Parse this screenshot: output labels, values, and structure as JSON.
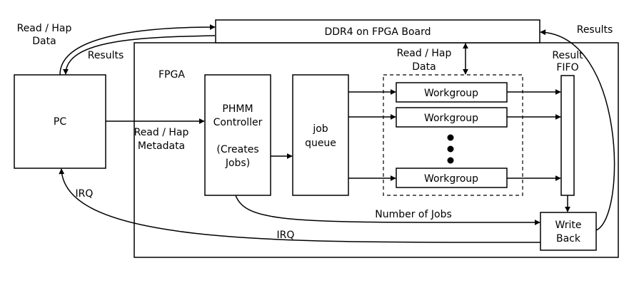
{
  "ddr4": "DDR4 on FPGA Board",
  "pc": "PC",
  "fpga": "FPGA",
  "controller": {
    "line1": "PHMM",
    "line2": "Controller",
    "line3": "(Creates",
    "line4": "Jobs)"
  },
  "job_queue": {
    "line1": "job",
    "line2": "queue"
  },
  "workgroups": [
    "Workgroup",
    "Workgroup",
    "Workgroup"
  ],
  "result_fifo": {
    "line1": "Result",
    "line2": "FIFO"
  },
  "write_back": {
    "line1": "Write",
    "line2": "Back"
  },
  "edges": {
    "read_hap_data_left": {
      "line1": "Read / Hap",
      "line2": "Data"
    },
    "results_left": "Results",
    "results_right": "Results",
    "read_hap_data_mid": {
      "line1": "Read / Hap",
      "line2": "Data"
    },
    "read_hap_metadata": {
      "line1": "Read / Hap",
      "line2": "Metadata"
    },
    "number_of_jobs": "Number of Jobs",
    "irq_bottom": "IRQ",
    "irq_left": "IRQ"
  }
}
